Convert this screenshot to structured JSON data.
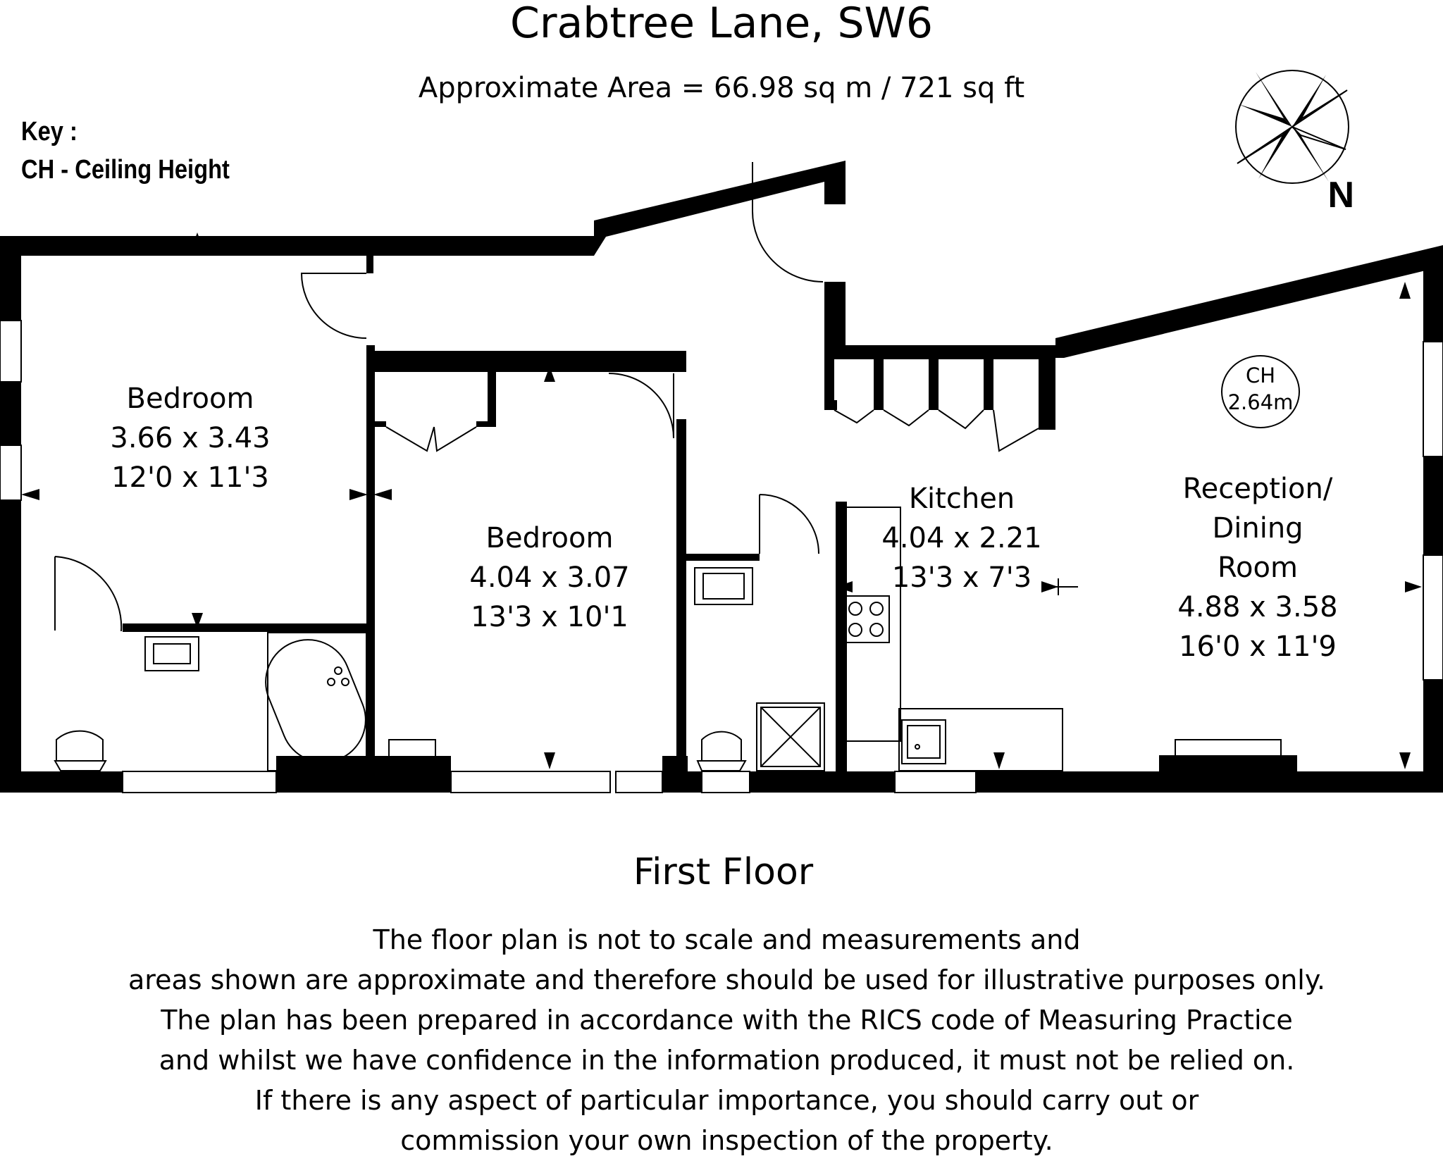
{
  "header": {
    "title": "Crabtree Lane, SW6",
    "area": "Approximate Area =  66.98 sq m / 721 sq ft"
  },
  "key": {
    "heading": "Key :",
    "entry": "CH - Ceiling Height"
  },
  "compass": {
    "label": "N"
  },
  "rooms": [
    {
      "name": "Bedroom",
      "metric": "3.66 x 3.43",
      "imperial": "12'0 x 11'3"
    },
    {
      "name": "Bedroom",
      "metric": "4.04 x 3.07",
      "imperial": "13'3 x 10'1"
    },
    {
      "name": "Kitchen",
      "metric": "4.04 x 2.21",
      "imperial": "13'3 x 7'3"
    },
    {
      "name_line1": "Reception/",
      "name_line2": "Dining",
      "name_line3": "Room",
      "metric": "4.88 x 3.58",
      "imperial": "16'0 x 11'9"
    }
  ],
  "ceiling_height": {
    "label": "CH",
    "value": "2.64m"
  },
  "floor_label": "First Floor",
  "disclaimer": [
    "The floor plan is not to scale and measurements and",
    "areas shown are approximate and therefore should be used for illustrative purposes only.",
    "The plan has been prepared in accordance with the RICS code of Measuring Practice",
    "and whilst we have confidence in the information produced, it must not be relied on.",
    "If there is any aspect of particular importance, you should carry out or",
    "commission your own inspection of the property."
  ],
  "colors": {
    "wall": "#000000",
    "background": "#ffffff",
    "fixture_line": "#555555"
  }
}
